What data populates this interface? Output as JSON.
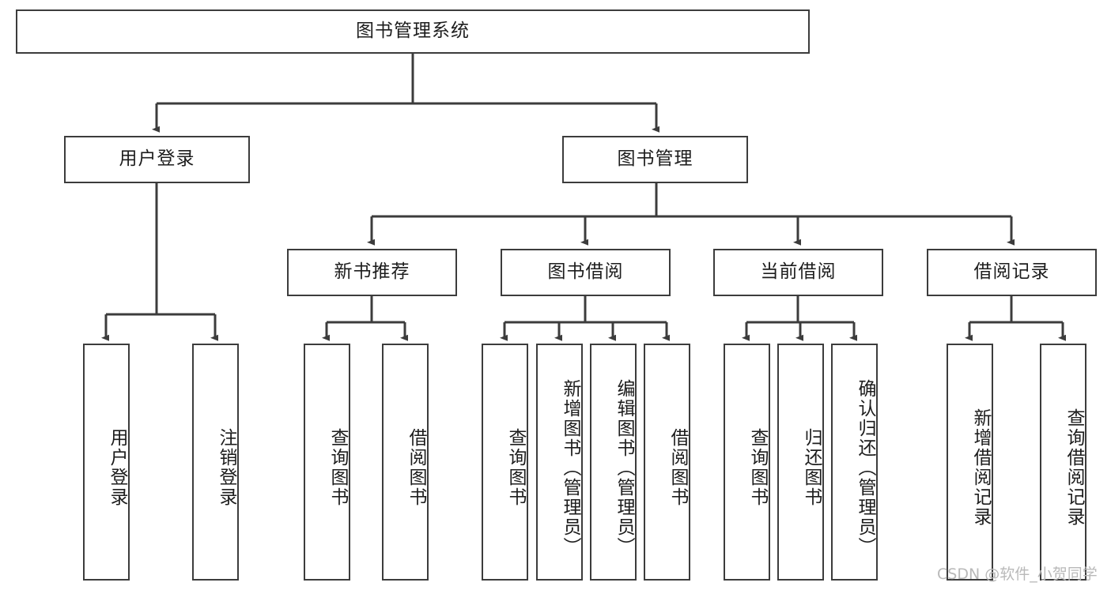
{
  "diagram": {
    "title": "图书管理系统",
    "type": "hierarchy-tree",
    "root": {
      "label": "图书管理系统"
    },
    "level2": [
      {
        "label": "用户登录"
      },
      {
        "label": "图书管理"
      }
    ],
    "level3": [
      {
        "label": "新书推荐"
      },
      {
        "label": "图书借阅"
      },
      {
        "label": "当前借阅"
      },
      {
        "label": "借阅记录"
      }
    ],
    "leaves": {
      "user_login": [
        {
          "label": "用户登录"
        },
        {
          "label": "注销登录"
        }
      ],
      "new_book_recommend": [
        {
          "label": "查询图书"
        },
        {
          "label": "借阅图书"
        }
      ],
      "book_borrow": [
        {
          "label": "查询图书"
        },
        {
          "label": "新增图书（管理员）"
        },
        {
          "label": "编辑图书（管理员）"
        },
        {
          "label": "借阅图书"
        }
      ],
      "current_borrow": [
        {
          "label": "查询图书"
        },
        {
          "label": "归还图书"
        },
        {
          "label": "确认归还（管理员）"
        }
      ],
      "borrow_record": [
        {
          "label": "新增借阅记录"
        },
        {
          "label": "查询借阅记录"
        }
      ]
    }
  },
  "watermark": {
    "text": "CSDN @软件_小贺同学"
  },
  "colors": {
    "stroke": "#3c3c3c",
    "fill": "#ffffff",
    "text": "#1d1d1d",
    "watermark": "#b9b9b9"
  }
}
